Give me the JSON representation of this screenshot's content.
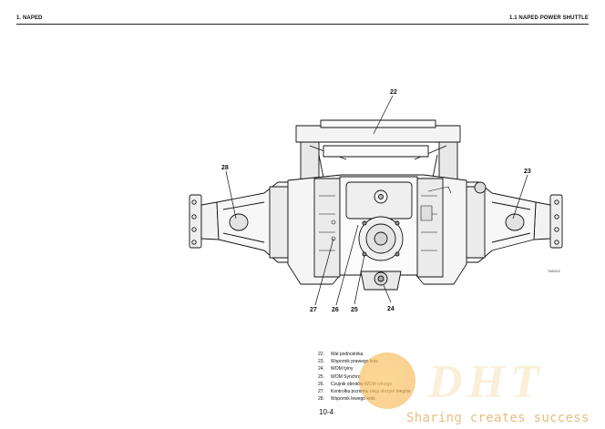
{
  "header": {
    "section_left": "1. NAPED",
    "section_right": "1.1 NAPED POWER SHUTTLE"
  },
  "figure": {
    "code": "TM20015",
    "callouts": [
      "22",
      "23",
      "24",
      "25",
      "26",
      "27",
      "28"
    ]
  },
  "legend": [
    {
      "num": "22.",
      "text": "Wał podnośnika"
    },
    {
      "num": "23.",
      "text": "Wspornik prawego koła"
    },
    {
      "num": "24.",
      "text": "WOM tylny"
    },
    {
      "num": "25.",
      "text": "WOM Synchro"
    },
    {
      "num": "26.",
      "text": "Czujnik obrotów WOM tylnego"
    },
    {
      "num": "27.",
      "text": "Kontrolka poziomu oleju skrzyni biegów"
    },
    {
      "num": "28.",
      "text": "Wspornik lewego koła"
    }
  ],
  "page_number": "10-4",
  "watermark": {
    "logo": "DHT",
    "tagline": "Sharing creates success"
  }
}
